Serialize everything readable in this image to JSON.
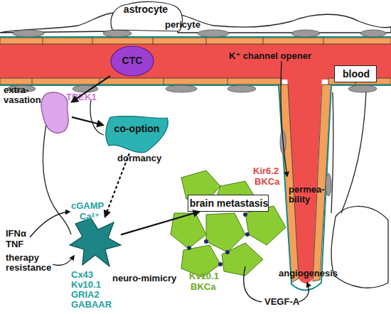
{
  "diagram": {
    "nodes": [
      {
        "text": [
          "astrocyte"
        ]
      },
      {
        "text": [
          "CTC"
        ]
      },
      {
        "text": [
          "blood"
        ]
      },
      {
        "text": [
          "extra- vasation",
          "TREK1"
        ]
      },
      {
        "text": [
          "co-option"
        ]
      },
      {
        "text": [
          "brain metastasis"
        ]
      },
      {
        "text": [
          "neuro-mimicry"
        ]
      }
    ],
    "edges": [
      {
        "from": 1,
        "to": 3,
        "arrow": "to"
      },
      {
        "from": 3,
        "to": 4,
        "arrow": "to"
      },
      {
        "from": 4,
        "to": 6,
        "arrow": "to"
      },
      {
        "from": 6,
        "to": 5,
        "arrow": "to"
      }
    ],
    "labels": [
      "pericyte",
      "K⁺ channel opener",
      "Kir6.2",
      "BKCa",
      "permea- bility",
      "dormancy",
      "cGAMP",
      "Ca²⁺",
      "IFNα",
      "TNF",
      "therapy resistance",
      "Cx43",
      "Kv10.1",
      "GRIA2",
      "GABAAR",
      "Kv10.1",
      "BKCa",
      "angiogenesis",
      "VEGF-A"
    ]
  }
}
